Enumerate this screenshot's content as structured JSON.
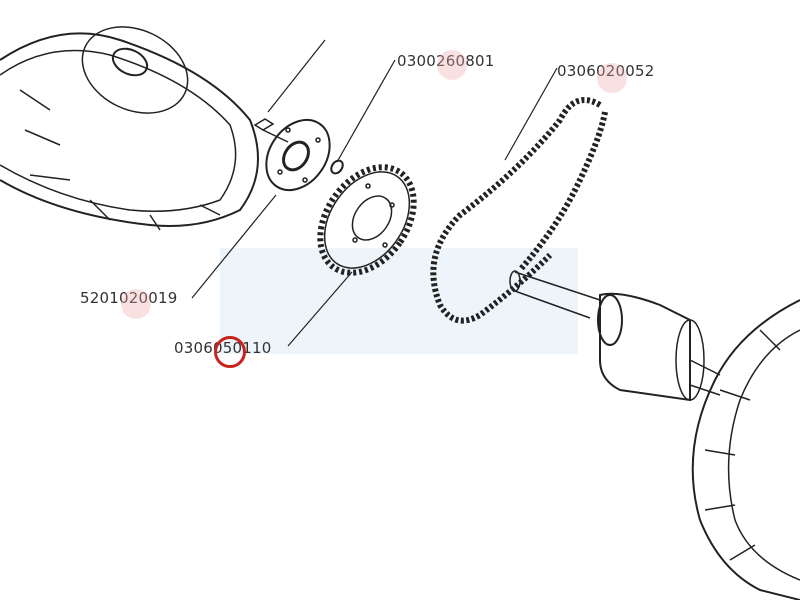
{
  "parts": [
    {
      "id": "p1",
      "number": "0300260801"
    },
    {
      "id": "p2",
      "number": "0306020052"
    },
    {
      "id": "p3",
      "number": "5201020019"
    },
    {
      "id": "p4",
      "number": "0306050110"
    }
  ],
  "selected_part": "0306050110",
  "colors": {
    "hotspot": "#f0aaaa",
    "selected": "#c8221c",
    "line": "#222222",
    "watermark": "#eaf3f9"
  }
}
